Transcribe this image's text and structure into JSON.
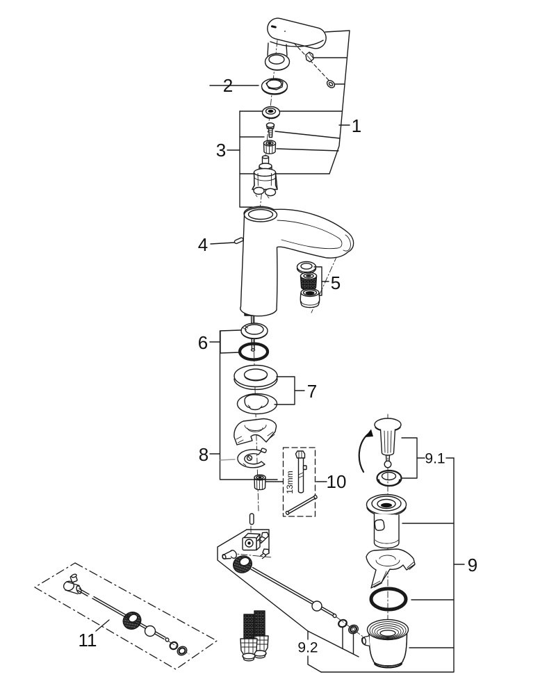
{
  "diagram": {
    "background_color": "#ffffff",
    "line_color": "#1a1a1a",
    "secondary_line_color": "#9a9a9a",
    "callouts": {
      "c1": "1",
      "c2": "2",
      "c3": "3",
      "c4": "4",
      "c5": "5",
      "c6": "6",
      "c7": "7",
      "c8": "8",
      "c9": "9",
      "c9_1": "9.1",
      "c9_2": "9.2",
      "c10": "10",
      "c11": "11"
    },
    "annotations": {
      "tool_size": "13mm"
    }
  }
}
